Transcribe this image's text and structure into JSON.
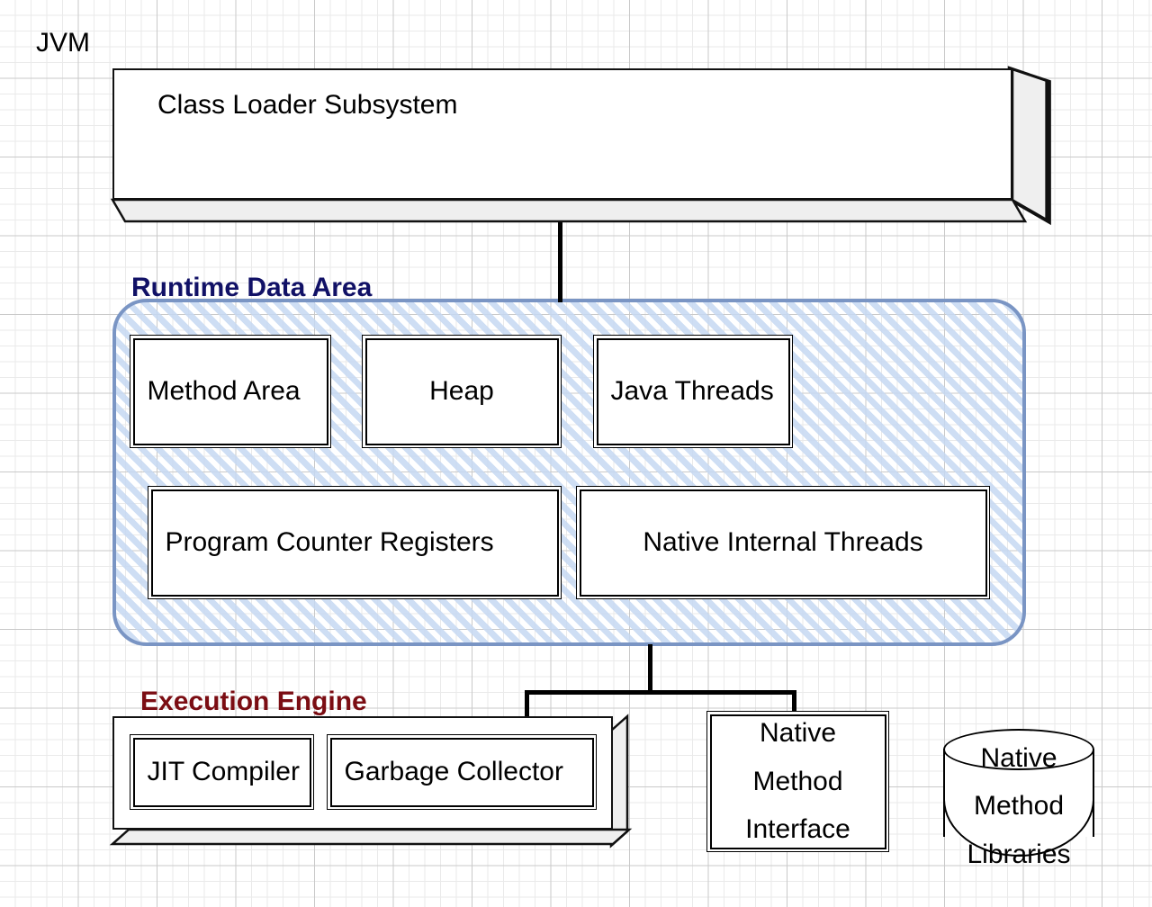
{
  "diagram": {
    "title": "JVM",
    "root_label": "JVM"
  },
  "class_loader": {
    "label": "Class Loader Subsystem"
  },
  "runtime_data_area": {
    "title": "Runtime Data Area",
    "title_color": "#111166",
    "border_color": "#7a95c4",
    "hatch_color": "#c6d8f2",
    "boxes": [
      {
        "label": "Method Area"
      },
      {
        "label": "Heap"
      },
      {
        "label": "Java Threads"
      },
      {
        "label": "Program Counter Registers"
      },
      {
        "label": "Native Internal Threads"
      }
    ]
  },
  "execution_engine": {
    "title": "Execution Engine",
    "title_color": "#7b0d13",
    "boxes": [
      {
        "label": "JIT Compiler"
      },
      {
        "label": "Garbage Collector"
      }
    ]
  },
  "native_method_interface": {
    "lines": [
      "Native",
      "Method",
      "Interface"
    ]
  },
  "native_method_libraries": {
    "lines": [
      "Native",
      "Method",
      "Libraries"
    ]
  },
  "colors": {
    "box_border": "#111111",
    "box_fill": "#ffffff",
    "shadow_fill": "#efefef",
    "grid_minor": "#eaeaea",
    "grid_major": "#c9c9c9",
    "connector": "#000000"
  }
}
